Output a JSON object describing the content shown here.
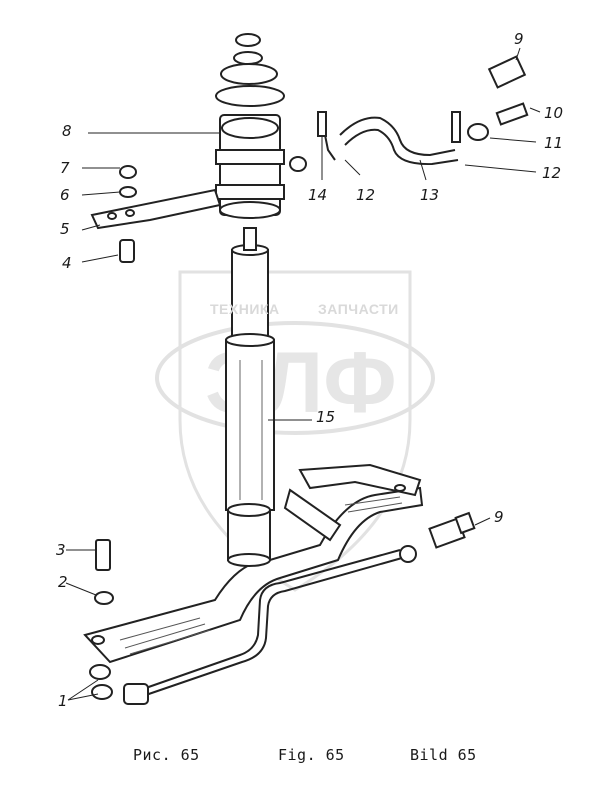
{
  "watermark": {
    "line1_left": "ТЕХНИКА",
    "line1_right": "ЗАПЧАСТИ",
    "logo_letters": "ЭЛФ"
  },
  "callouts": {
    "c1": "1",
    "c2": "2",
    "c3": "3",
    "c4": "4",
    "c5": "5",
    "c6": "6",
    "c7": "7",
    "c8": "8",
    "c9_top": "9",
    "c9_bottom": "9",
    "c10": "10",
    "c11": "11",
    "c12_left": "12",
    "c12_right": "12",
    "c13": "13",
    "c14": "14",
    "c15": "15"
  },
  "captions": {
    "ru": "Рис. 65",
    "en": "Fig. 65",
    "de": "Bild 65"
  }
}
